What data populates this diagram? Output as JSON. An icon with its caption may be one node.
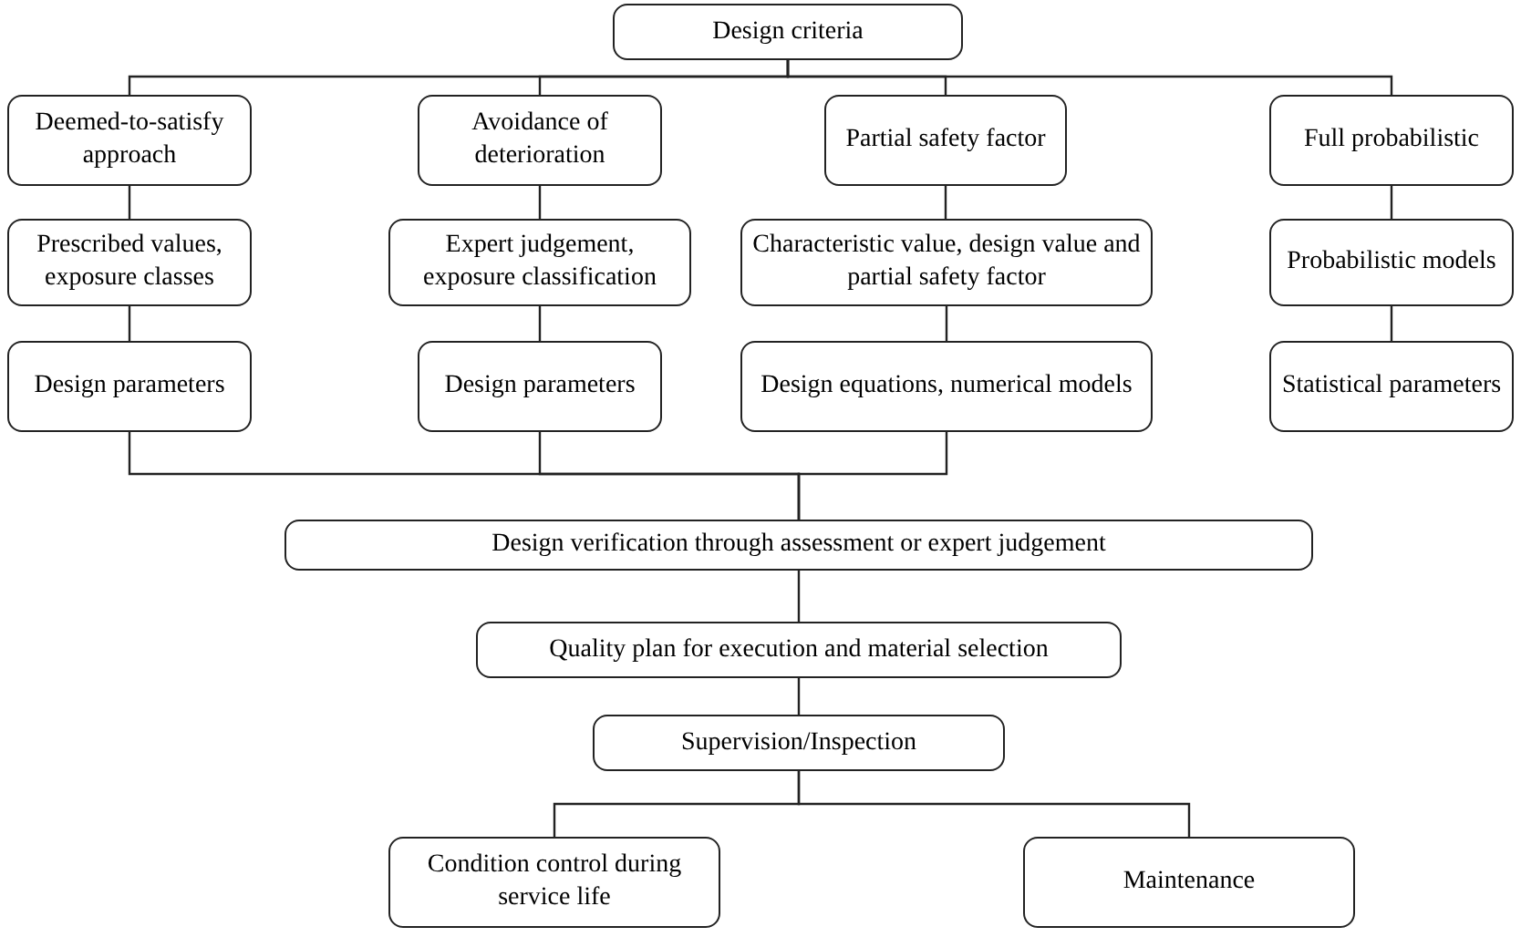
{
  "diagram": {
    "nodes": [
      {
        "text": [
          "Design criteria"
        ]
      },
      {
        "text": [
          "Deemed-to-satisfy approach"
        ]
      },
      {
        "text": [
          "Avoidance of deterioration"
        ]
      },
      {
        "text": [
          "Partial safety factor"
        ]
      },
      {
        "text": [
          "Full probabilistic"
        ]
      },
      {
        "text": [
          "Prescribed values, exposure classes"
        ]
      },
      {
        "text": [
          "Expert judgement, exposure classification"
        ]
      },
      {
        "text": [
          "Characteristic value, design value and partial safety factor"
        ]
      },
      {
        "text": [
          "Probabilistic models"
        ]
      },
      {
        "text": [
          "Design parameters"
        ]
      },
      {
        "text": [
          "Design parameters"
        ]
      },
      {
        "text": [
          "Design equations, numerical models"
        ]
      },
      {
        "text": [
          "Statistical parameters"
        ]
      },
      {
        "text": [
          "Design verification through assessment or expert judgement"
        ]
      },
      {
        "text": [
          "Quality plan for execution and material selection"
        ]
      },
      {
        "text": [
          "Supervision/Inspection"
        ]
      },
      {
        "text": [
          "Condition control during service life"
        ]
      },
      {
        "text": [
          "Maintenance"
        ]
      }
    ],
    "edges": [
      {
        "from": 0,
        "to": 1,
        "arrow": "none"
      },
      {
        "from": 0,
        "to": 2,
        "arrow": "none"
      },
      {
        "from": 0,
        "to": 3,
        "arrow": "none"
      },
      {
        "from": 0,
        "to": 4,
        "arrow": "none"
      },
      {
        "from": 1,
        "to": 5,
        "arrow": "none"
      },
      {
        "from": 5,
        "to": 9,
        "arrow": "none"
      },
      {
        "from": 2,
        "to": 6,
        "arrow": "none"
      },
      {
        "from": 6,
        "to": 10,
        "arrow": "none"
      },
      {
        "from": 3,
        "to": 7,
        "arrow": "none"
      },
      {
        "from": 7,
        "to": 11,
        "arrow": "none"
      },
      {
        "from": 4,
        "to": 8,
        "arrow": "none"
      },
      {
        "from": 8,
        "to": 12,
        "arrow": "none"
      },
      {
        "from": 9,
        "to": 13,
        "arrow": "none"
      },
      {
        "from": 10,
        "to": 13,
        "arrow": "none"
      },
      {
        "from": 11,
        "to": 13,
        "arrow": "none"
      },
      {
        "from": 13,
        "to": 14,
        "arrow": "none"
      },
      {
        "from": 14,
        "to": 15,
        "arrow": "none"
      },
      {
        "from": 15,
        "to": 16,
        "arrow": "none"
      },
      {
        "from": 15,
        "to": 17,
        "arrow": "none"
      }
    ]
  }
}
